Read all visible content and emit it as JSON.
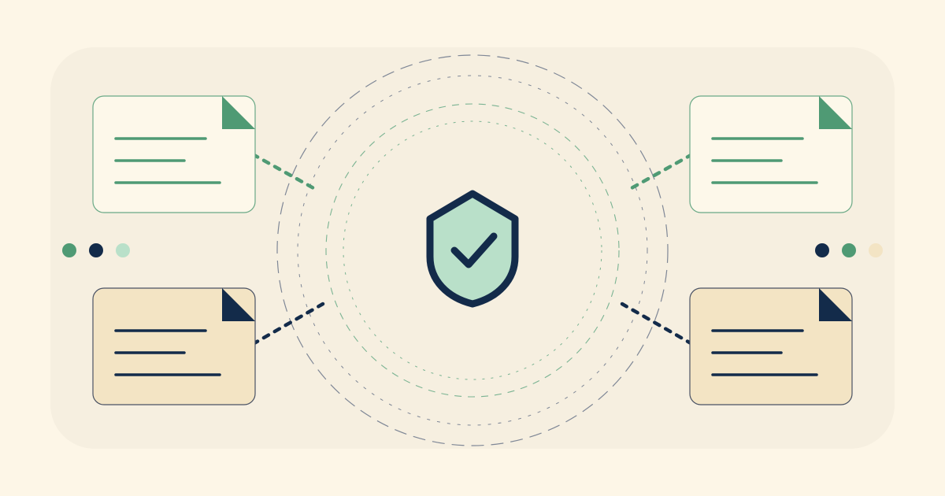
{
  "colors": {
    "page_background": "#fdf6e7",
    "panel_background": "#f6efe0",
    "green": "#4f9a74",
    "navy": "#132b4a",
    "mint": "#b9e0c9",
    "sand": "#f3e4c4",
    "doc_light": "#fdf8ea"
  },
  "icons": {
    "center": "shield-check-icon",
    "documents": "document-icon",
    "dots": "dot-icon"
  },
  "documents": [
    {
      "id": "top-left",
      "style": "green"
    },
    {
      "id": "bottom-left",
      "style": "navy"
    },
    {
      "id": "top-right",
      "style": "green"
    },
    {
      "id": "bottom-right",
      "style": "navy"
    }
  ],
  "dot_groups": {
    "left": [
      "green",
      "navy",
      "mint"
    ],
    "right": [
      "navy",
      "green",
      "sand"
    ]
  }
}
